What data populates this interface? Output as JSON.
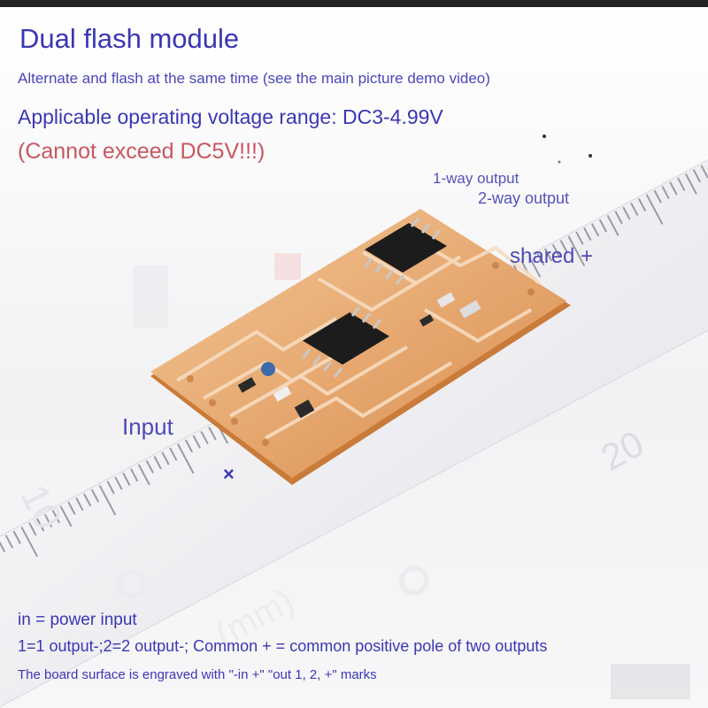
{
  "title": "Dual flash module",
  "description_line": "Alternate and flash at the same time (see the main picture demo video)",
  "voltage_line": "Applicable operating voltage range: DC3-4.99V",
  "warning_line": "(Cannot exceed DC5V!!!)",
  "labels": {
    "output_1": "1-way output",
    "output_2": "2-way output",
    "shared": "shared +",
    "input": "Input",
    "input_marker": "×"
  },
  "ruler_numbers": {
    "left": "10",
    "right": "20",
    "unit": "(mm)"
  },
  "notes": {
    "in_def": "in = power input",
    "outputs_def": "1=1 output-;2=2 output-; Common + = common positive pole of two outputs",
    "engraving": "The board surface is engraved with \"-in +\" \"out 1, 2, +\" marks"
  },
  "colors": {
    "title_text": "#3a37b4",
    "warning_text": "#c9565e",
    "pcb_copper": "#e8a86a",
    "pcb_substrate": "#f0c9a0",
    "chip": "#1c1c1c"
  }
}
